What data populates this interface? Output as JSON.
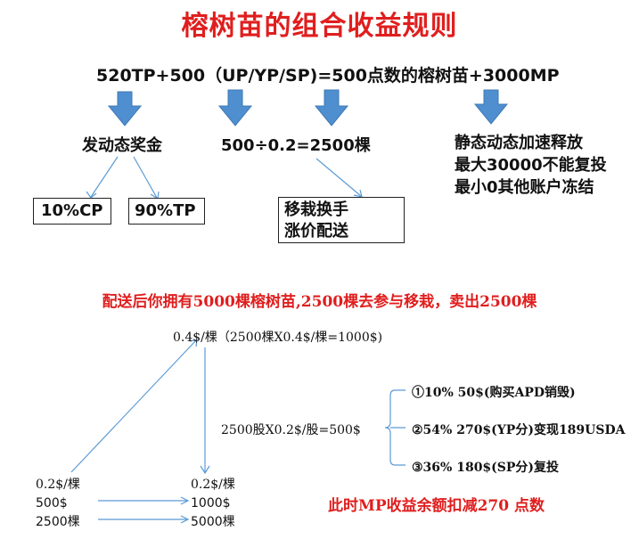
{
  "title": "榕树苗的组合收益规则",
  "formula": "520TP+500（UP/YP/SP)=500点数的榕树苗+3000MP",
  "dynamic_bonus": "发动态奖金",
  "division": "500÷0.2=2500棵",
  "static": {
    "line1": "静态动态加速释放",
    "line2": "最大30000不能复投",
    "line3": "最小0其他账户冻结"
  },
  "box_cp": "10%CP",
  "box_tp": "90%TP",
  "transplant": {
    "line1": "移栽换手",
    "line2": "涨价配送"
  },
  "after_note": "配送后你拥有5000棵榕树苗,2500棵去参与移栽，卖出2500棵",
  "top_price": "0.4$/棵（2500棵X0.4$/棵=1000$)",
  "left_block": {
    "price": "0.2$/棵",
    "amount": "500$",
    "count": "2500棵"
  },
  "right_block": {
    "price": "0.2$/棵",
    "amount": "1000$",
    "count": "5000棵"
  },
  "shares": "2500股X0.2$/股=500$",
  "branches": [
    "①10%  50$(购买APD销毁)",
    "②54%  270$(YP分)变现189USDA",
    "③36%   180$(SP分)复投"
  ],
  "mp_note": "此时MP收益余额扣减270 点数",
  "colors": {
    "title_red": "#e01e1e",
    "arrow_blue": "#4f8fd0",
    "line_blue": "#5b9bd5"
  },
  "icons": [
    "down-arrow-icon"
  ]
}
